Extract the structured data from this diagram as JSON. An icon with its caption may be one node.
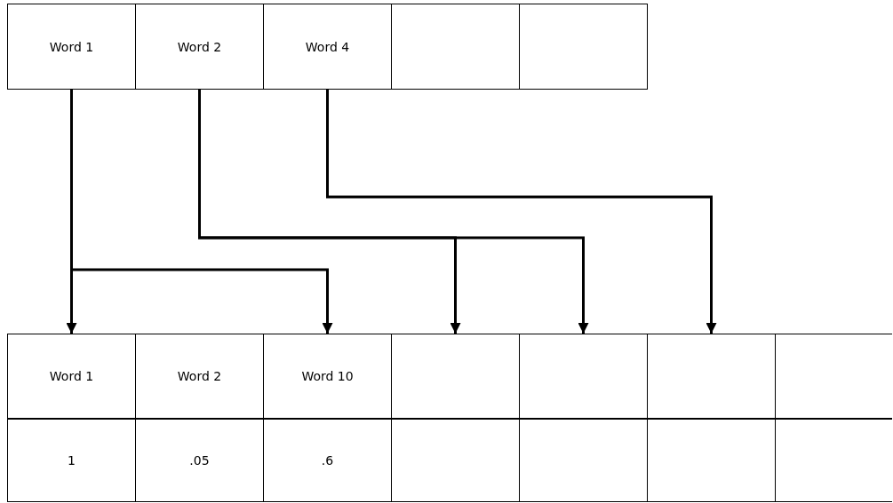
{
  "diagram": {
    "nodes": [
      {
        "text": [
          "Word 1"
        ]
      },
      {
        "text": [
          "Word 2"
        ]
      },
      {
        "text": [
          "Word 4"
        ]
      },
      {
        "text": [],
        "shape": "box"
      },
      {
        "text": [],
        "shape": "box"
      },
      {
        "text": [
          "Word 1"
        ]
      },
      {
        "text": [
          "Word 2"
        ]
      },
      {
        "text": [
          "Word 10"
        ]
      },
      {
        "text": [],
        "shape": "box"
      },
      {
        "text": [],
        "shape": "box"
      },
      {
        "text": [],
        "shape": "box"
      },
      {
        "text": [],
        "shape": "box"
      },
      {
        "text": [
          "1"
        ]
      },
      {
        "text": [
          ".05"
        ]
      },
      {
        "text": [
          ".6"
        ]
      },
      {
        "text": [],
        "shape": "box"
      },
      {
        "text": [],
        "shape": "box"
      },
      {
        "text": [],
        "shape": "box"
      },
      {
        "text": [],
        "shape": "box"
      }
    ],
    "edges": [
      {
        "from": 0,
        "to": 5,
        "arrow": "to"
      },
      {
        "from": 0,
        "to": 7,
        "arrow": "to"
      },
      {
        "from": 1,
        "to": 8,
        "arrow": "to"
      },
      {
        "from": 1,
        "to": 9,
        "arrow": "to"
      },
      {
        "from": 2,
        "to": 10,
        "arrow": "to"
      }
    ]
  }
}
